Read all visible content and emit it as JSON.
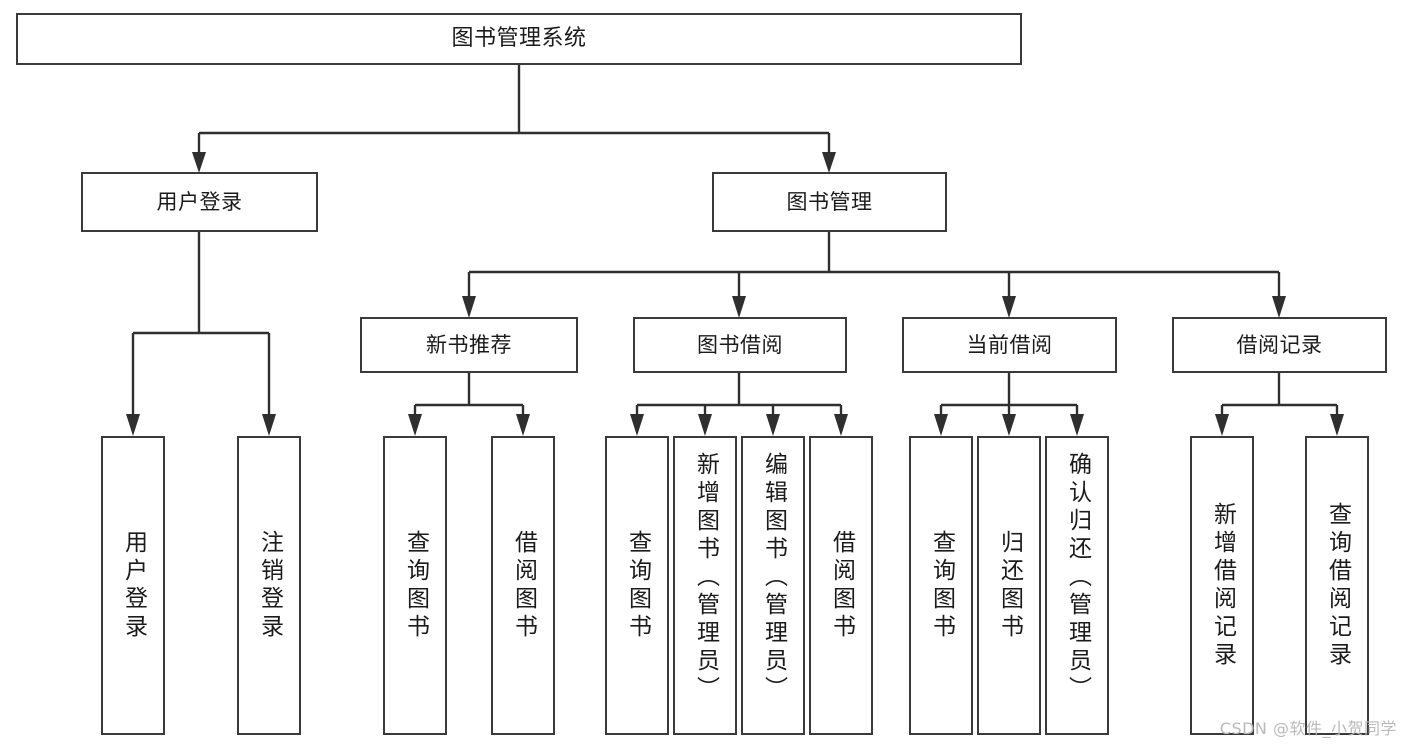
{
  "diagram": {
    "type": "tree-hierarchy",
    "title": "图书管理系统",
    "watermark": "CSDN @软件_小贺同学",
    "colors": {
      "stroke": "#2f2f2f",
      "box_border": "#3a3a3a",
      "background": "#ffffff",
      "text": "#1b1b1b",
      "watermark": "#b9b9b9"
    },
    "nodes": {
      "root": {
        "label": "图书管理系统"
      },
      "level2": [
        {
          "id": "user-login",
          "label": "用户登录"
        },
        {
          "id": "book-management",
          "label": "图书管理"
        }
      ],
      "level3": [
        {
          "id": "new-book-recommend",
          "label": "新书推荐"
        },
        {
          "id": "book-borrow",
          "label": "图书借阅"
        },
        {
          "id": "current-borrow",
          "label": "当前借阅"
        },
        {
          "id": "borrow-record",
          "label": "借阅记录"
        }
      ],
      "leaves": {
        "user-login": [
          {
            "id": "leaf-user-login",
            "label": "用户登录"
          },
          {
            "id": "leaf-logout-login",
            "label": "注销登录"
          }
        ],
        "new-book-recommend": [
          {
            "id": "leaf-query-book-1",
            "label": "查询图书"
          },
          {
            "id": "leaf-borrow-book-1",
            "label": "借阅图书"
          }
        ],
        "book-borrow": [
          {
            "id": "leaf-query-book-2",
            "label": "查询图书"
          },
          {
            "id": "leaf-add-book-admin",
            "label": "新增图书（管理员）"
          },
          {
            "id": "leaf-edit-book-admin",
            "label": "编辑图书（管理员）"
          },
          {
            "id": "leaf-borrow-book-2",
            "label": "借阅图书"
          }
        ],
        "current-borrow": [
          {
            "id": "leaf-query-book-3",
            "label": "查询图书"
          },
          {
            "id": "leaf-return-book",
            "label": "归还图书"
          },
          {
            "id": "leaf-confirm-return-admin",
            "label": "确认归还（管理员）"
          }
        ],
        "borrow-record": [
          {
            "id": "leaf-add-borrow-record",
            "label": "新增借阅记录"
          },
          {
            "id": "leaf-query-borrow-record",
            "label": "查询借阅记录"
          }
        ]
      }
    }
  }
}
